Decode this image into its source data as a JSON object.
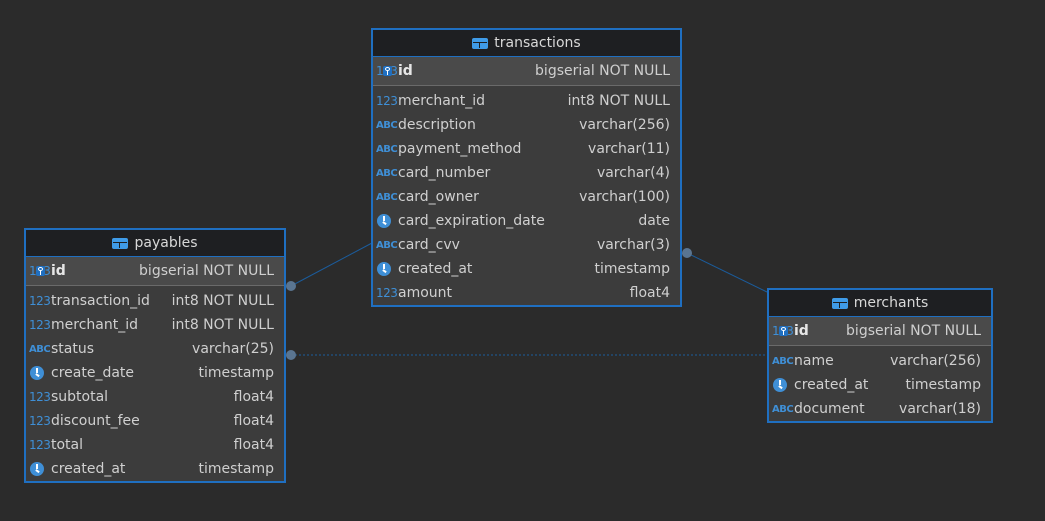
{
  "entities": [
    {
      "name": "transactions",
      "pk": {
        "name": "id",
        "type": "bigserial NOT NULL",
        "icon": "number-icon",
        "icon_text": "123"
      },
      "columns": [
        {
          "name": "merchant_id",
          "type": "int8 NOT NULL",
          "icon": "number-icon",
          "icon_text": "123"
        },
        {
          "name": "description",
          "type": "varchar(256)",
          "icon": "text-icon",
          "icon_text": "ABC"
        },
        {
          "name": "payment_method",
          "type": "varchar(11)",
          "icon": "text-icon",
          "icon_text": "ABC"
        },
        {
          "name": "card_number",
          "type": "varchar(4)",
          "icon": "text-icon",
          "icon_text": "ABC"
        },
        {
          "name": "card_owner",
          "type": "varchar(100)",
          "icon": "text-icon",
          "icon_text": "ABC"
        },
        {
          "name": "card_expiration_date",
          "type": "date",
          "icon": "clock-icon",
          "icon_text": ""
        },
        {
          "name": "card_cvv",
          "type": "varchar(3)",
          "icon": "text-icon",
          "icon_text": "ABC"
        },
        {
          "name": "created_at",
          "type": "timestamp",
          "icon": "clock-icon",
          "icon_text": ""
        },
        {
          "name": "amount",
          "type": "float4",
          "icon": "number-icon",
          "icon_text": "123"
        }
      ]
    },
    {
      "name": "payables",
      "pk": {
        "name": "id",
        "type": "bigserial NOT NULL",
        "icon": "number-icon",
        "icon_text": "123"
      },
      "columns": [
        {
          "name": "transaction_id",
          "type": "int8 NOT NULL",
          "icon": "number-icon",
          "icon_text": "123"
        },
        {
          "name": "merchant_id",
          "type": "int8 NOT NULL",
          "icon": "number-icon",
          "icon_text": "123"
        },
        {
          "name": "status",
          "type": "varchar(25)",
          "icon": "text-icon",
          "icon_text": "ABC"
        },
        {
          "name": "create_date",
          "type": "timestamp",
          "icon": "clock-icon",
          "icon_text": ""
        },
        {
          "name": "subtotal",
          "type": "float4",
          "icon": "number-icon",
          "icon_text": "123"
        },
        {
          "name": "discount_fee",
          "type": "float4",
          "icon": "number-icon",
          "icon_text": "123"
        },
        {
          "name": "total",
          "type": "float4",
          "icon": "number-icon",
          "icon_text": "123"
        },
        {
          "name": "created_at",
          "type": "timestamp",
          "icon": "clock-icon",
          "icon_text": ""
        }
      ]
    },
    {
      "name": "merchants",
      "pk": {
        "name": "id",
        "type": "bigserial NOT NULL",
        "icon": "number-icon",
        "icon_text": "123"
      },
      "columns": [
        {
          "name": "name",
          "type": "varchar(256)",
          "icon": "text-icon",
          "icon_text": "ABC"
        },
        {
          "name": "created_at",
          "type": "timestamp",
          "icon": "clock-icon",
          "icon_text": ""
        },
        {
          "name": "document",
          "type": "varchar(18)",
          "icon": "text-icon",
          "icon_text": "ABC"
        }
      ]
    }
  ],
  "relationships": [
    {
      "from": "payables",
      "to": "transactions"
    },
    {
      "from": "payables",
      "to": "merchants"
    },
    {
      "from": "transactions",
      "to": "merchants"
    }
  ],
  "colors": {
    "background": "#2b2b2b",
    "entity_border": "#1f6fc1",
    "header_bg": "#1e1f22",
    "body_bg": "#3c3c3c",
    "icon": "#3f8fd6",
    "connector": "#1b5c9c"
  }
}
